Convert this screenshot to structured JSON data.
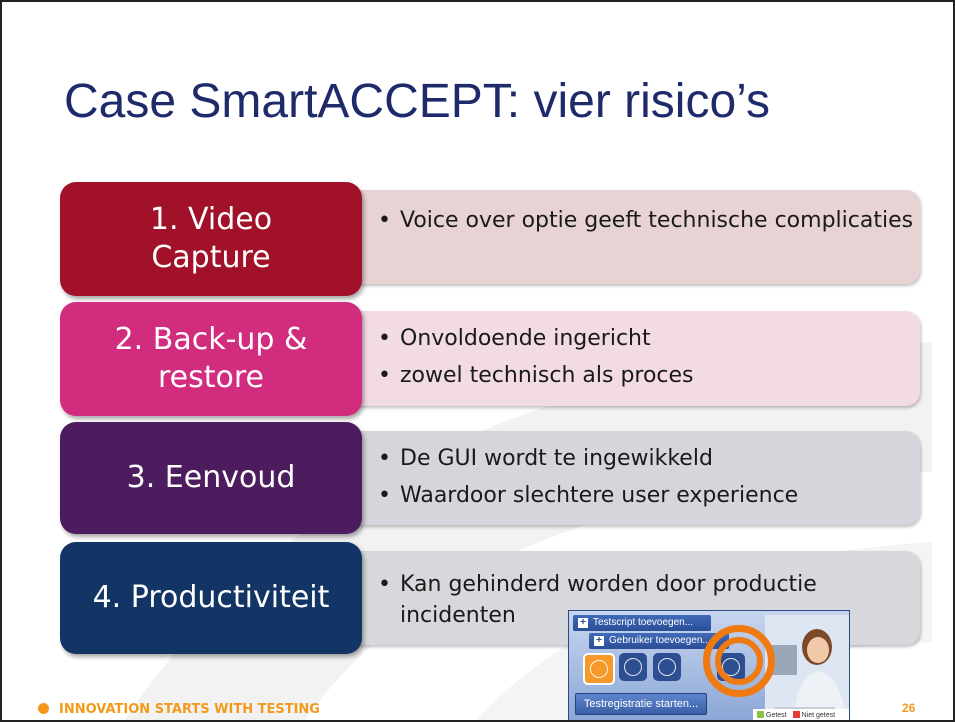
{
  "slide": {
    "title": "Case SmartACCEPT: vier risico’s",
    "page_number": "26",
    "footer_brand": "INNOVATION STARTS WITH TESTING"
  },
  "risks": [
    {
      "label_line1": "1. Video",
      "label_line2": "Capture",
      "color": "#a2112a",
      "pill_color": "#e7d3d4",
      "bullets": [
        "Voice over optie geeft technische complicaties"
      ]
    },
    {
      "label_line1": "2. Back-up &",
      "label_line2": "restore",
      "color": "#d12c7e",
      "pill_color": "#f2dbe4",
      "bullets": [
        "Onvoldoende ingericht",
        "zowel technisch als proces"
      ]
    },
    {
      "label_line1": "3. Eenvoud",
      "label_line2": "",
      "color": "#4c1c5e",
      "pill_color": "#d8d4dc",
      "bullets": [
        "De GUI wordt te ingewikkeld",
        "Waardoor slechtere user experience"
      ]
    },
    {
      "label_line1": "4. Productiviteit",
      "label_line2": "",
      "color": "#123566",
      "pill_color": "#d6d8dc",
      "bullets": [
        "Kan gehinderd worden door productie incidenten"
      ]
    }
  ],
  "screenshot": {
    "btn_add_testscript": "Testscript toevoegen...",
    "btn_add_user": "Gebruiker toevoegen...",
    "btn_start_registration": "Testregistratie starten...",
    "legend_tested": "Getest",
    "legend_not_tested": "Niet getest",
    "legend_tested_color": "#8bc34a",
    "legend_not_tested_color": "#e53935",
    "accent_color": "#f07a12"
  },
  "icons": {
    "bullet": "•",
    "plus": "+",
    "copyright": "©"
  }
}
